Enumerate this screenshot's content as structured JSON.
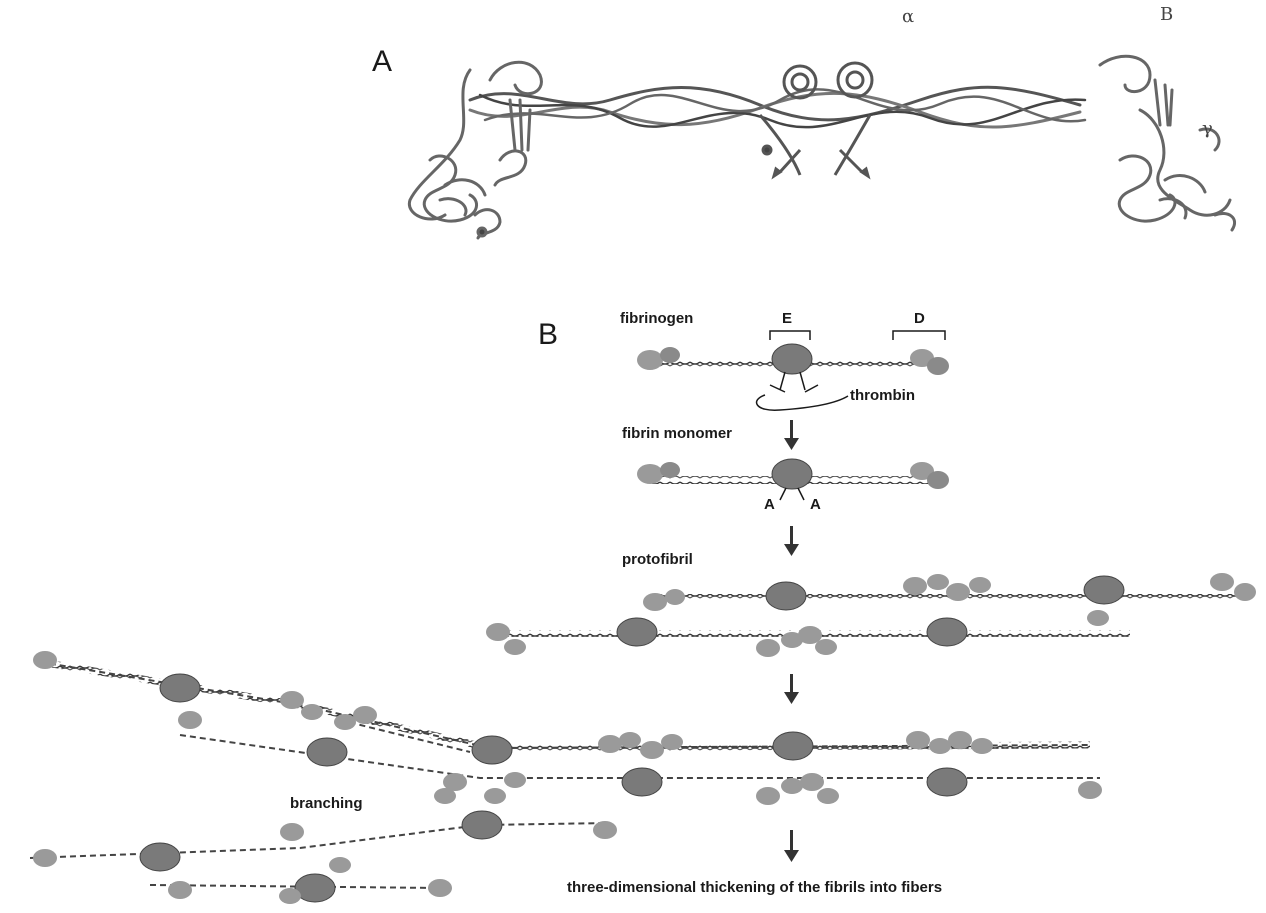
{
  "panel_a": {
    "label": "A",
    "chain_labels": {
      "alpha": "α",
      "beta": "B",
      "gamma": "γ"
    }
  },
  "panel_b": {
    "label": "B",
    "domains": {
      "e": "E",
      "d": "D"
    },
    "stages": {
      "fibrinogen": "fibrinogen",
      "thrombin": "thrombin",
      "fibrin_monomer": "fibrin monomer",
      "knob_left": "A",
      "knob_right": "A",
      "protofibril": "protofibril",
      "branching": "branching",
      "final": "three-dimensional thickening of the fibrils into fibers"
    }
  },
  "colors": {
    "ink": "#1a1a1a",
    "node_fill": "#7a7a7a",
    "d_domain_fill": "#9a9a9a",
    "strand": "#333333"
  }
}
